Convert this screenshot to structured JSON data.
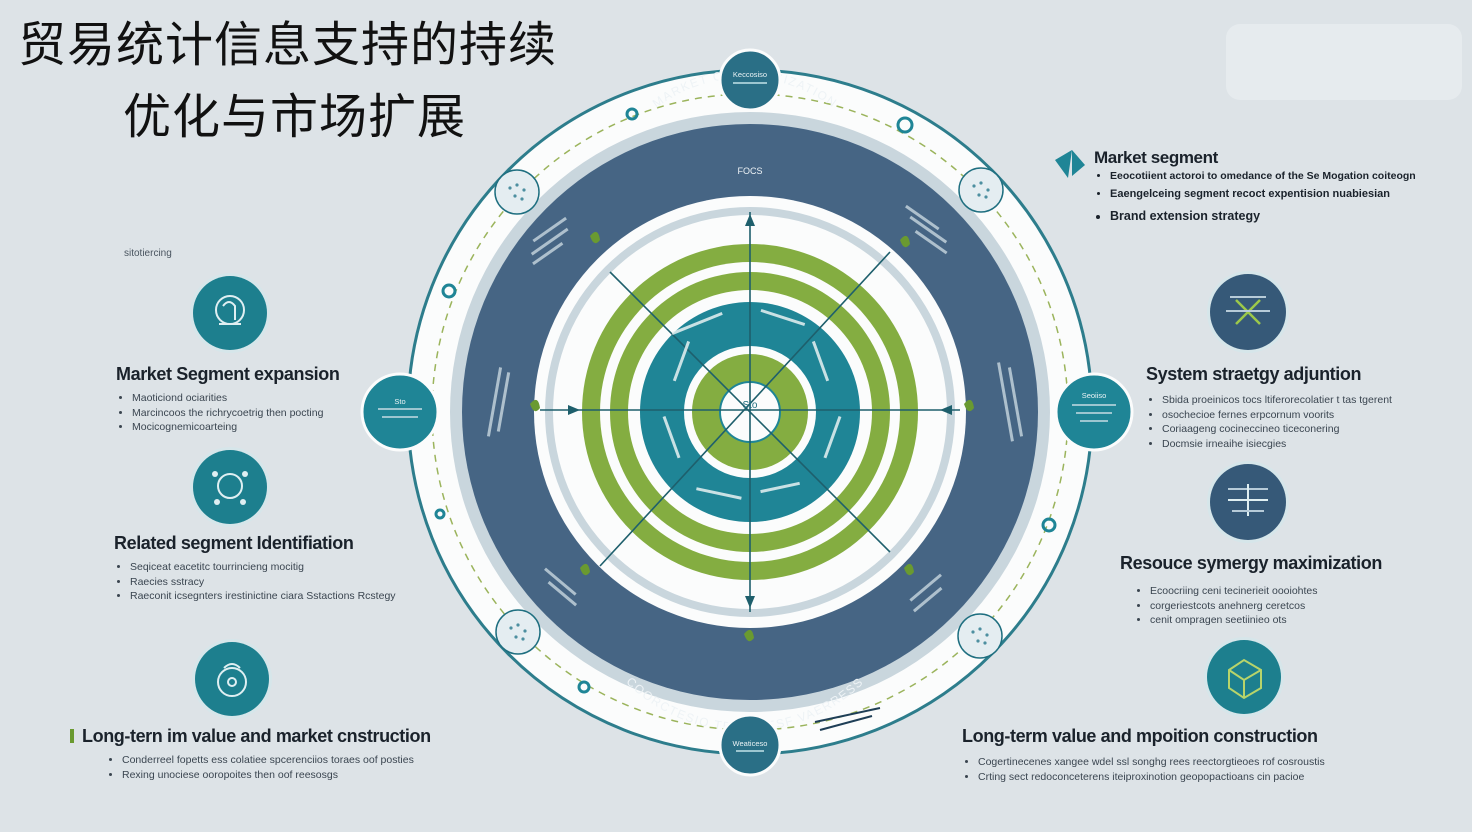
{
  "title": {
    "line1": "贸易统计信息支持的持续",
    "line2": "优化与市场扩展"
  },
  "small_tag": "sitotiercing",
  "diagram": {
    "outer_ring_top_text": "MARKET CORRESSIZATION",
    "outer_ring_sub_text": "FOCS",
    "outer_ring_bottom_text": "COORCTESIO TECORIESF VAERRESS",
    "center_text": "Sto",
    "node_top": "Keccosiso",
    "node_left": "Sto",
    "node_right": "Seoiiso",
    "node_bottom": "Weaticeso",
    "colors": {
      "navy": "#466584",
      "teal": "#1f8596",
      "green": "#84ad41",
      "light": "#c9d6dd",
      "white": "#fbfcfc"
    }
  },
  "panels": {
    "market_segment": {
      "heading": "Market segment",
      "items": [
        "Eeocotiient actoroi to omedance of the Se Mogation coiteogn",
        "Eaengelceing segment recoct expentision nuabiesian",
        "Brand extension strategy"
      ]
    },
    "market_segment_expansion": {
      "heading": "Market Segment expansion",
      "items": [
        "Maoticiond ociarities",
        "Marcincoos the richrycoetrig then pocting",
        "Mocicognemicoarteing"
      ]
    },
    "related_segment": {
      "heading": "Related segment Identifiation",
      "items": [
        "Seqiceat eacetitc tourrincieng mocitig",
        "Raecies sstracy",
        "Raeconit icsegnters irestinictine ciara Sstactions Rcstegy"
      ]
    },
    "long_term_left": {
      "heading": "Long-tern im value and market cnstruction",
      "items": [
        "Conderreel fopetts ess colatiee spcerenciios toraes oof posties",
        "Rexing unociese ooropoites then oof reesosgs"
      ]
    },
    "system_strategy": {
      "heading": "System straetgy adjuntion",
      "items": [
        "Sbida proeinicos tocs ltiferorecolatier t tas tgerent",
        "osochecioe fernes erpcornum voorits",
        "Coriaageng cocineccineo ticeconering",
        "Docmsie irneaihe isiecgies"
      ]
    },
    "resource_synergy": {
      "heading": "Resouce symergy maximization",
      "items": [
        "Ecoocriing ceni tecinerieit oooiohtes",
        "corgeriestcots anehnerg ceretcos",
        "cenit ompragen seetiinieo ots"
      ]
    },
    "long_term_right": {
      "heading": "Long-term value and mpoition construction",
      "items": [
        "Cogertinecenes xangee wdel ssl songhg rees reectorgtieoes rof cosroustis",
        "Crting sect redoconceterens iteiproxinotion geopopactioans cin pacioe"
      ]
    }
  }
}
